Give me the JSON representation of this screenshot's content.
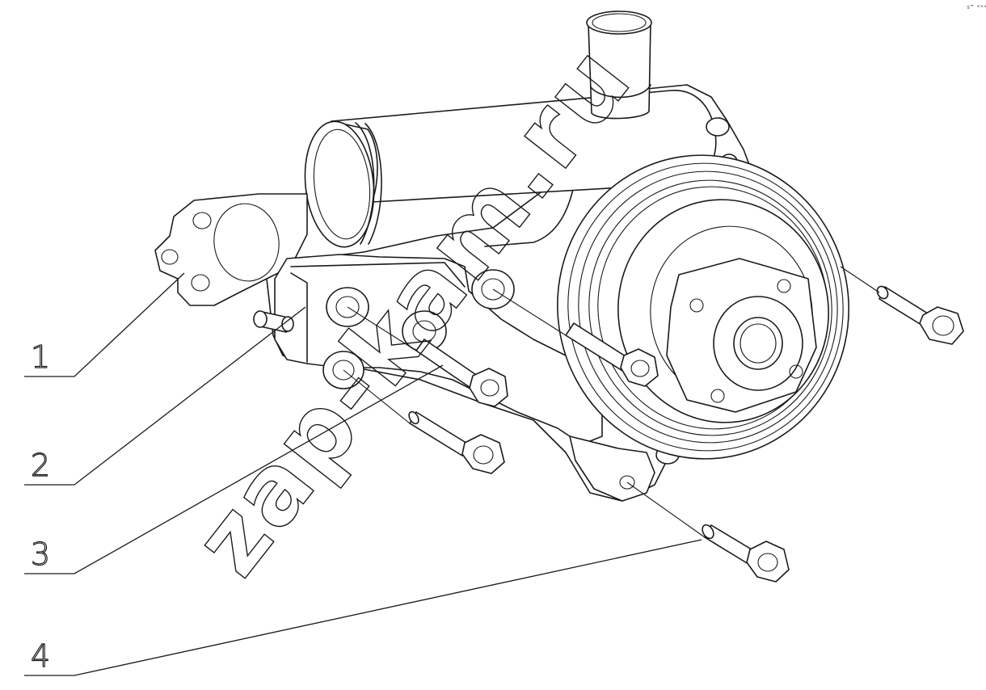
{
  "callouts": [
    {
      "label": "1",
      "part": "gasket"
    },
    {
      "label": "2",
      "part": "dowel-pin"
    },
    {
      "label": "3",
      "part": "bolt"
    },
    {
      "label": "4",
      "part": "bolt"
    }
  ],
  "watermark": "zap-kam.ru",
  "corner_mark": "s™ ***"
}
